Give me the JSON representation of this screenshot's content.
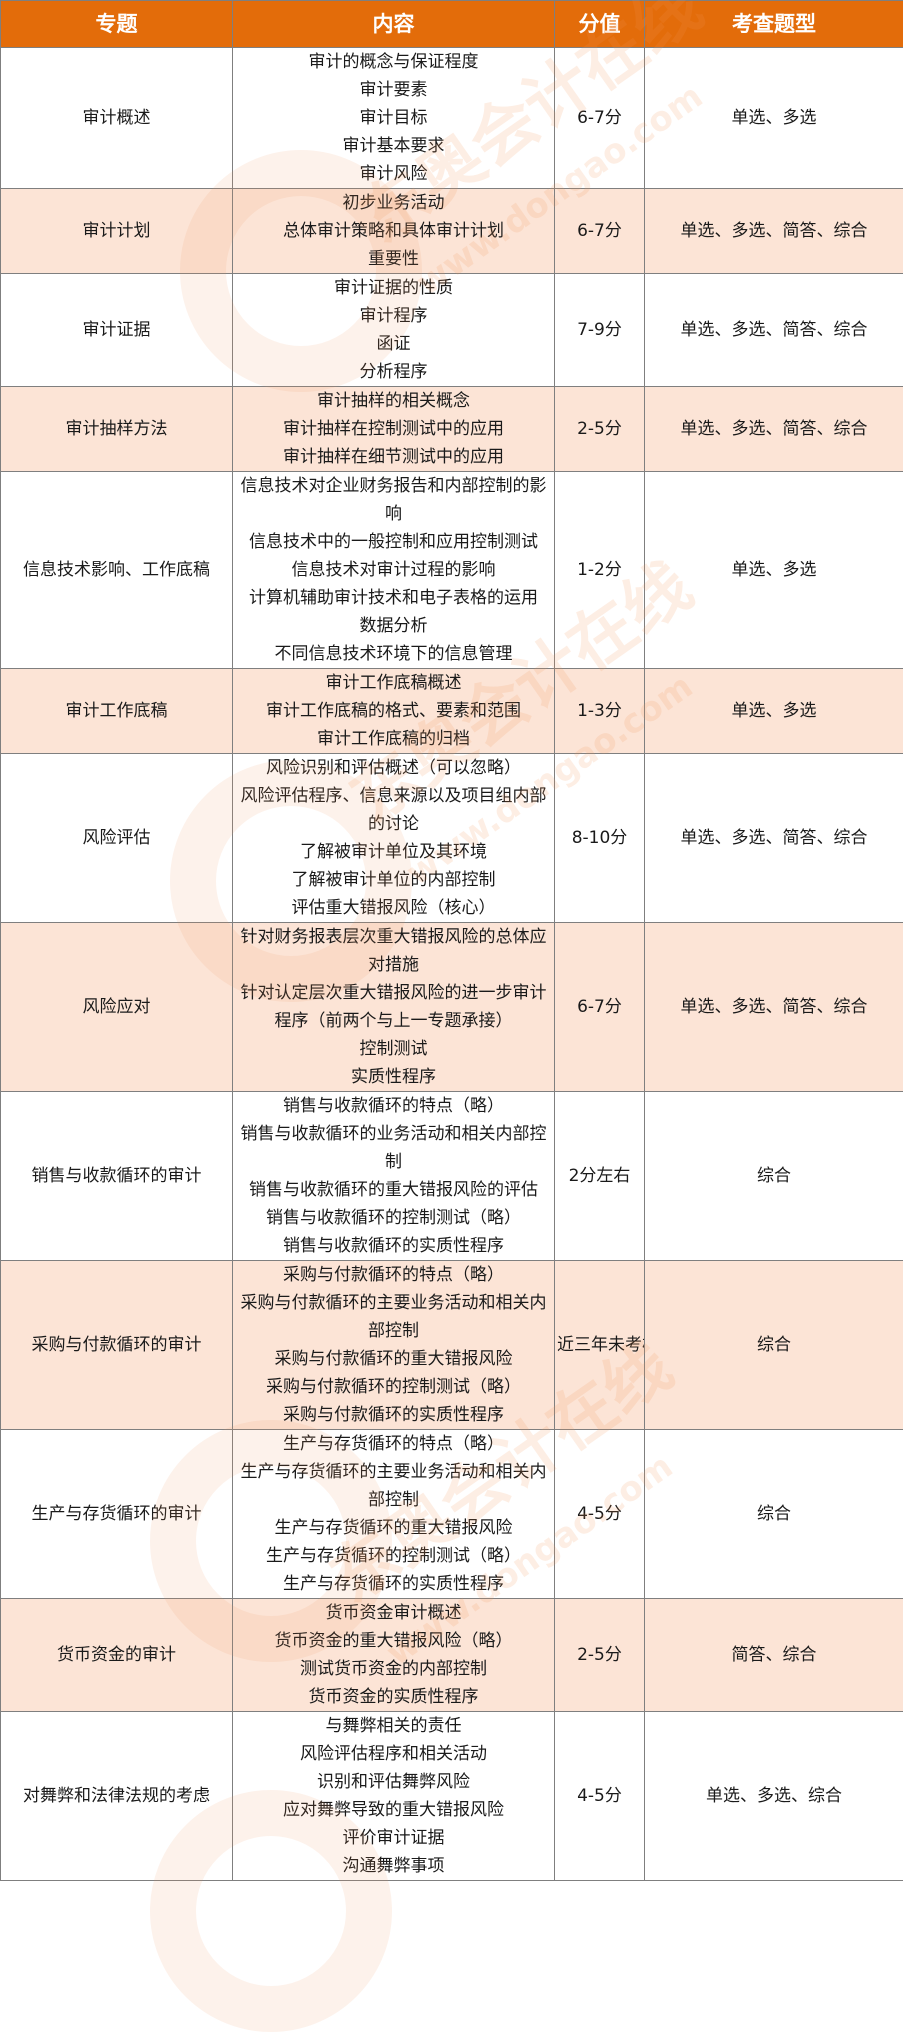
{
  "headers": [
    "专题",
    "内容",
    "分值",
    "考查题型"
  ],
  "rows": [
    {
      "topic": "审计概述",
      "contents": [
        "审计的概念与保证程度",
        "审计要素",
        "审计目标",
        "审计基本要求",
        "审计风险"
      ],
      "score": "6-7分",
      "types": "单选、多选"
    },
    {
      "topic": "审计计划",
      "contents": [
        "初步业务活动",
        "总体审计策略和具体审计计划",
        "重要性"
      ],
      "score": "6-7分",
      "types": "单选、多选、简答、综合"
    },
    {
      "topic": "审计证据",
      "contents": [
        "审计证据的性质",
        "审计程序",
        "函证",
        "分析程序"
      ],
      "score": "7-9分",
      "types": "单选、多选、简答、综合"
    },
    {
      "topic": "审计抽样方法",
      "contents": [
        "审计抽样的相关概念",
        "审计抽样在控制测试中的应用",
        "审计抽样在细节测试中的应用"
      ],
      "score": "2-5分",
      "types": "单选、多选、简答、综合"
    },
    {
      "topic": "信息技术影响、工作底稿",
      "contents": [
        "信息技术对企业财务报告和内部控制的影响",
        "信息技术中的一般控制和应用控制测试",
        "信息技术对审计过程的影响",
        "计算机辅助审计技术和电子表格的运用",
        "数据分析",
        "不同信息技术环境下的信息管理"
      ],
      "score": "1-2分",
      "types": "单选、多选"
    },
    {
      "topic": "审计工作底稿",
      "contents": [
        "审计工作底稿概述",
        "审计工作底稿的格式、要素和范围",
        "审计工作底稿的归档"
      ],
      "score": "1-3分",
      "types": "单选、多选"
    },
    {
      "topic": "风险评估",
      "contents": [
        "风险识别和评估概述（可以忽略）",
        "风险评估程序、信息来源以及项目组内部的讨论",
        "了解被审计单位及其环境",
        "了解被审计单位的内部控制",
        "评估重大错报风险（核心）"
      ],
      "score": "8-10分",
      "types": "单选、多选、简答、综合"
    },
    {
      "topic": "风险应对",
      "contents": [
        "针对财务报表层次重大错报风险的总体应对措施",
        "针对认定层次重大错报风险的进一步审计程序（前两个与上一专题承接）",
        "控制测试",
        "实质性程序"
      ],
      "score": "6-7分",
      "types": "单选、多选、简答、综合"
    },
    {
      "topic": "销售与收款循环的审计",
      "contents": [
        "销售与收款循环的特点（略）",
        "销售与收款循环的业务活动和相关内部控制",
        "销售与收款循环的重大错报风险的评估",
        "销售与收款循环的控制测试（略）",
        "销售与收款循环的实质性程序"
      ],
      "score": "2分左右",
      "types": "综合"
    },
    {
      "topic": "采购与付款循环的审计",
      "contents": [
        "采购与付款循环的特点（略）",
        "采购与付款循环的主要业务活动和相关内部控制",
        "采购与付款循环的重大错报风险",
        "采购与付款循环的控制测试（略）",
        "采购与付款循环的实质性程序"
      ],
      "score": "近三年未考核",
      "types": "综合"
    },
    {
      "topic": "生产与存货循环的审计",
      "contents": [
        "生产与存货循环的特点（略）",
        "生产与存货循环的主要业务活动和相关内部控制",
        "生产与存货循环的重大错报风险",
        "生产与存货循环的控制测试（略）",
        "生产与存货循环的实质性程序"
      ],
      "score": "4-5分",
      "types": "综合"
    },
    {
      "topic": "货币资金的审计",
      "contents": [
        "货币资金审计概述",
        "货币资金的重大错报风险（略）",
        "测试货币资金的内部控制",
        "货币资金的实质性程序"
      ],
      "score": "2-5分",
      "types": "简答、综合"
    },
    {
      "topic": "对舞弊和法律法规的考虑",
      "contents": [
        "与舞弊相关的责任",
        "风险评估程序和相关活动",
        "识别和评估舞弊风险",
        "应对舞弊导致的重大错报风险",
        "评价审计证据",
        "沟通舞弊事项"
      ],
      "score": "4-5分",
      "types": "单选、多选、综合"
    }
  ],
  "watermark": {
    "brand": "东奥会计在线",
    "url": "www.dongao.com"
  },
  "colors": {
    "header_bg": "#e36c0a",
    "shade_bg": "#fce4d6",
    "border": "#7f7f7f"
  }
}
